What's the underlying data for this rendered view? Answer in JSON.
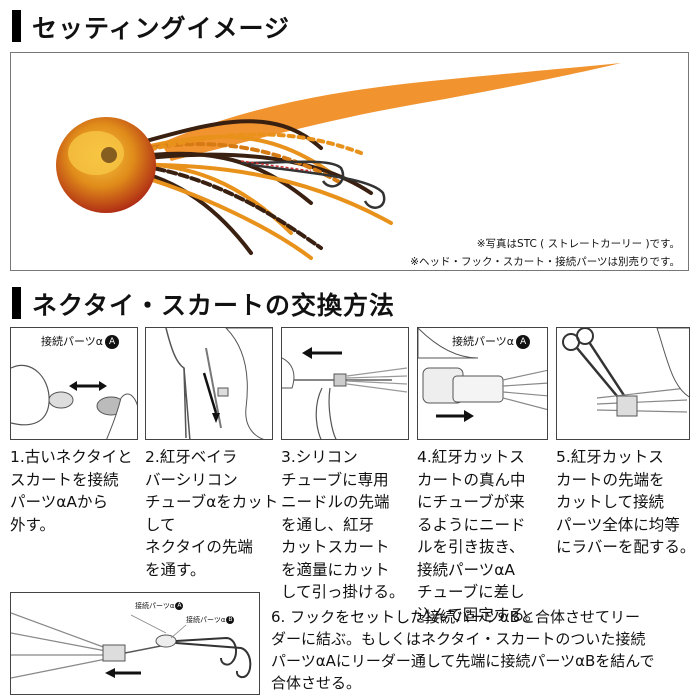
{
  "section1": {
    "title": "セッティングイメージ"
  },
  "photo": {
    "note1": "※写真はSTC ( ストレートカーリー )です。",
    "note2": "※ヘッド・フック・スカート・接続パーツは別売りです。"
  },
  "section2": {
    "title": "ネクタイ・スカートの交換方法"
  },
  "steps": [
    {
      "text": "1.古いネクタイと\nスカートを接続\nパーツαAから\n外す。",
      "parts_label": "接続パーツα",
      "parts_mark": "A"
    },
    {
      "text": "2.紅牙ベイラ\nバーシリコン\nチューブαをカット\nして\nネクタイの先端\nを通す。"
    },
    {
      "text": "3.シリコン\nチューブに専用\nニードルの先端\nを通し、紅牙\nカットスカート\nを適量にカット\nして引っ掛ける。"
    },
    {
      "text": "4.紅牙カットス\nカートの真ん中\nにチューブが来\nるようにニード\nルを引き抜き、\n接続パーツαA\nチューブに差し\n込んで固定する。",
      "parts_label": "接続パーツα",
      "parts_mark": "A"
    },
    {
      "text": "5.紅牙カットス\nカートの先端を\nカットして接続\nパーツ全体に均等\nにラバーを配する。"
    }
  ],
  "step6": {
    "text": "6. フックをセットした接続パーツαBと合体させてリー\nダーに結ぶ。もしくはネクタイ・スカートのついた接続\nパーツαAにリーダー通して先端に接続パーツαBを結んで\n合体させる。",
    "label_a": "接続パーツα",
    "mark_a": "A",
    "label_b": "接続パーツα",
    "mark_b": "B"
  },
  "colors": {
    "accent_orange": "#f08a1c",
    "head_gold": "#d99a1c",
    "head_red": "#c8321c"
  }
}
